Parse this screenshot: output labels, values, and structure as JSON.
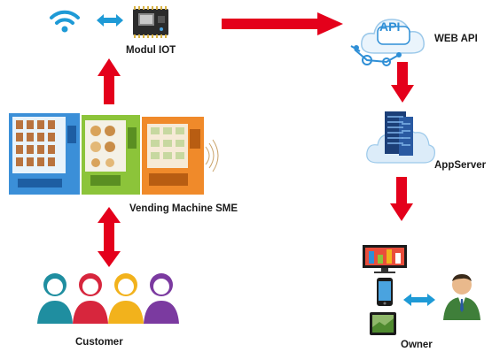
{
  "nodes": {
    "modul_iot": "Modul IOT",
    "web_api": "WEB API",
    "api_badge": "API",
    "appserver": "AppServer",
    "vending": "Vending Machine SME",
    "customer": "Customer",
    "owner": "Owner"
  },
  "colors": {
    "arrow_red": "#e4001b",
    "double_arrow_blue": "#1e9ad6",
    "wifi_blue": "#1e9ad6",
    "cloud_blue": "#2f8fd6"
  },
  "icons": [
    "wifi-icon",
    "iot-board-icon",
    "api-cloud-icon",
    "server-cloud-icon",
    "vending-machine-icon",
    "customer-group-icon",
    "monitor-icon",
    "phone-icon",
    "tablet-icon",
    "owner-person-icon"
  ]
}
